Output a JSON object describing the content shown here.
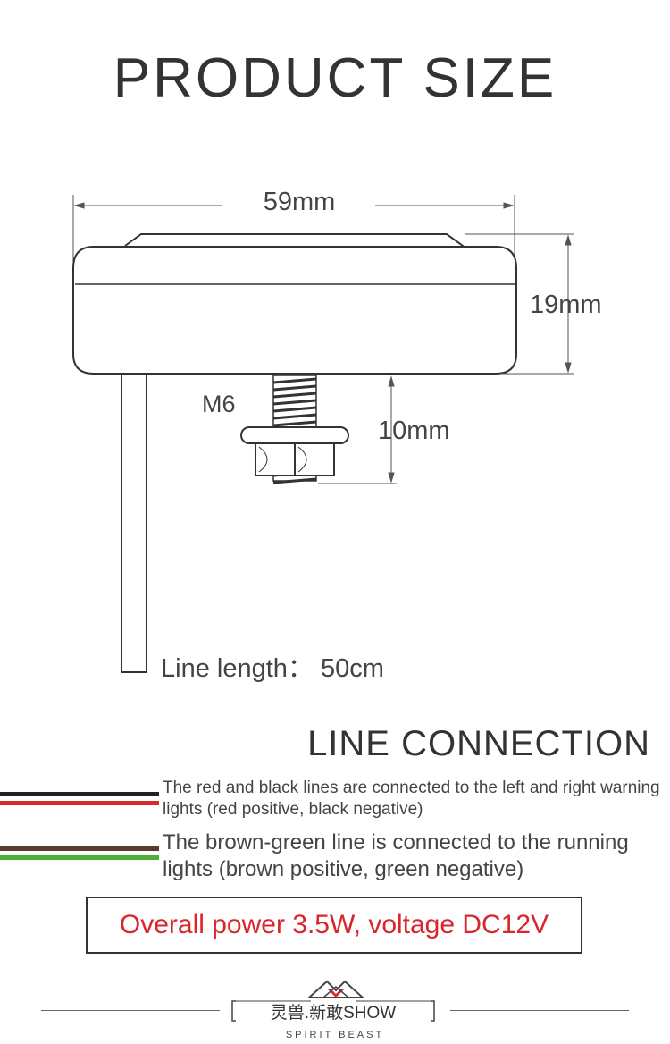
{
  "title": "PRODUCT SIZE",
  "diagram": {
    "width_label": "59mm",
    "height_label": "19mm",
    "thread_label": "M6",
    "bolt_label": "10mm",
    "cable_label": "Line length： 50cm"
  },
  "connection": {
    "title": "LINE CONNECTION",
    "note1": "The red and black lines are connected to the left and right warning lights (red positive, black negative)",
    "note2": "The brown-green line is connected to the running lights (brown positive, green negative)",
    "wire_colors": {
      "black": "#222222",
      "red": "#d62a2a",
      "brown": "#5a3a30",
      "green": "#4caf3a"
    }
  },
  "power": "Overall power 3.5W, voltage DC12V",
  "footer": {
    "brand": "灵兽.新敢SHOW",
    "sub": "SPIRIT BEAST"
  }
}
